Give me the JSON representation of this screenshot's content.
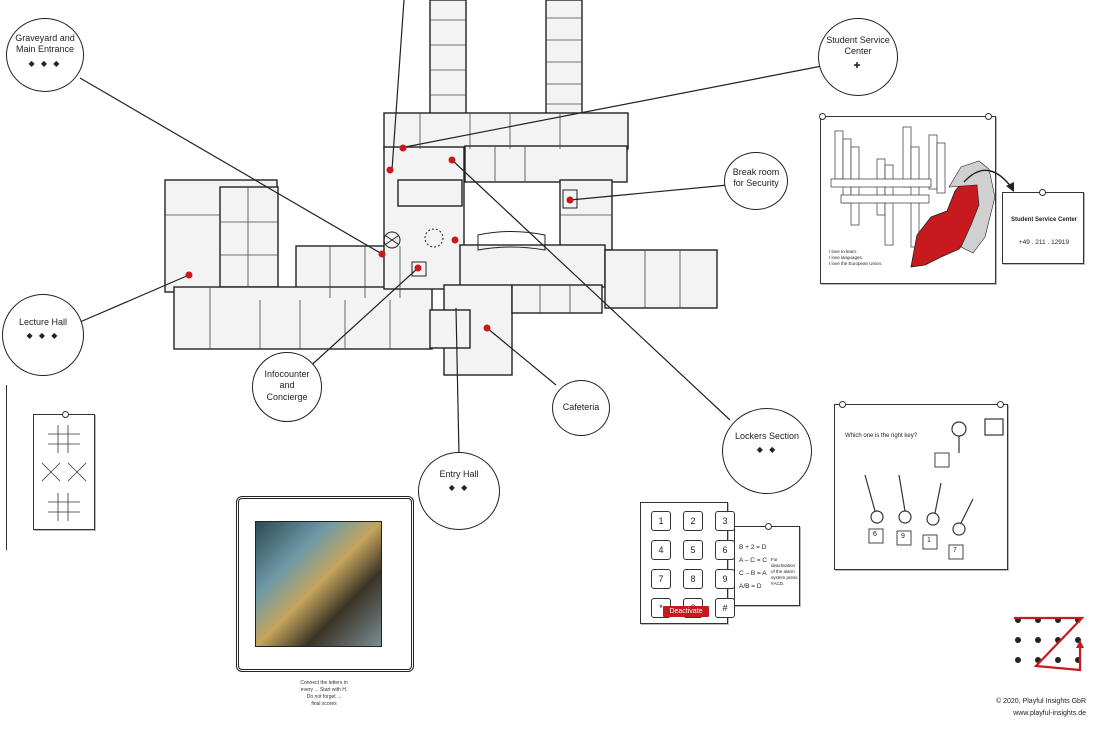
{
  "callouts": {
    "graveyard": {
      "label": "Graveyard and Main Entrance"
    },
    "student_service": {
      "label": "Student Service Center"
    },
    "break_room": {
      "label": "Break room for Security"
    },
    "lecture_hall": {
      "label": "Lecture Hall"
    },
    "infocounter": {
      "label": "Infocounter and Concierge"
    },
    "cafeteria": {
      "label": "Cafeteria"
    },
    "entry_hall": {
      "label": "Entry Hall"
    },
    "lockers": {
      "label": "Lockers Section"
    }
  },
  "europe_card": {
    "notes": [
      "I love to learn.",
      "I love languages.",
      "I love the European Union."
    ]
  },
  "service_card": {
    "title": "Student Service Center",
    "phone": "+49 . 211 . 12919"
  },
  "keypad": {
    "keys": [
      "1",
      "2",
      "3",
      "4",
      "5",
      "6",
      "7",
      "8",
      "9",
      "*",
      "0",
      "#"
    ],
    "button": "Deactivate"
  },
  "equation_card": {
    "lines": [
      "B + 2 = D",
      "A – C = C",
      "C – B = A",
      "A/B = D"
    ],
    "note": "For deactivation of the alarm system press #ACD."
  },
  "key_card": {
    "question": "Which one is the right key?",
    "tags": [
      "6",
      "9",
      "1",
      "7"
    ]
  },
  "cipher_note": {
    "lines": [
      "Connect the letters in",
      "every ... Start with H.",
      "Do not forget ...",
      "final scores"
    ]
  },
  "footer": {
    "copyright": "© 2020, Playful Insights GbR",
    "url": "www.playful-insights.de"
  },
  "colors": {
    "accent": "#c8191f",
    "line": "#222222",
    "room_fill": "#f3f3f3"
  }
}
